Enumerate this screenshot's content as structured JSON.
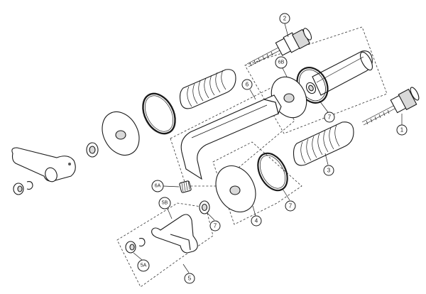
{
  "callouts": {
    "c1": "1",
    "c2": "2",
    "c3": "3",
    "c4": "4",
    "c5": "5",
    "c5a": "5A",
    "c5b": "5B",
    "c6": "6",
    "c6a": "6A",
    "c6b": "6B",
    "c7a": "7",
    "c7b": "7",
    "c7c": "7"
  }
}
